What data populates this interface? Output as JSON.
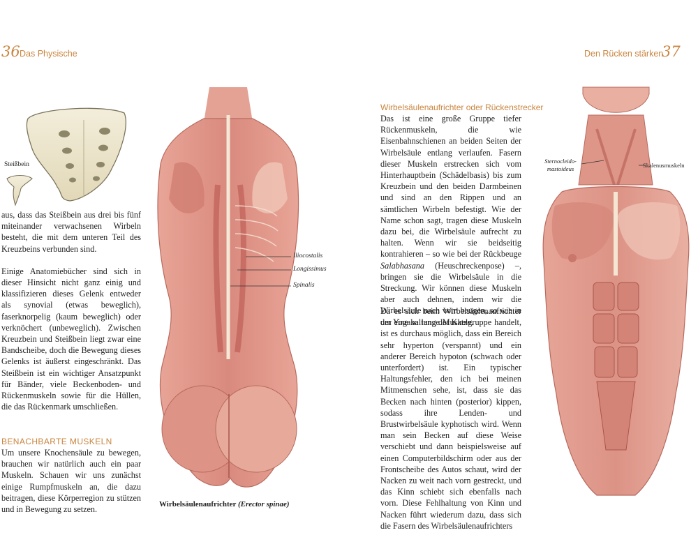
{
  "left_page": {
    "page_number": "36",
    "running_head": "Das Physische",
    "sacrum_label": "Steißbein",
    "para1": "aus, dass das Steißbein aus drei bis fünf miteinander verwachsenen Wirbeln besteht, die mit dem unteren Teil des Kreuzbeins verbunden sind.",
    "para2": "Einige Anatomiebücher sind sich in dieser Hinsicht nicht ganz einig und klassifizieren dieses Gelenk entweder als synovial (etwas beweglich), faserknorpelig (kaum beweglich) oder verknöchert (unbeweglich). Zwischen Kreuzbein und Steißbein liegt zwar eine Bandscheibe, doch die Bewegung dieses Gelenks ist äußerst eingeschränkt. Das Steißbein ist ein wichtiger Ansatzpunkt für Bänder, viele Beckenboden- und Rückenmuskeln sowie für die Hüllen, die das Rückenmark umschließen.",
    "section_heading": "BENACHBARTE MUSKELN",
    "para3": "Um unsere Knochensäule zu bewegen, brauchen wir natürlich auch ein paar Muskeln. Schauen wir uns zunächst einige Rumpfmuskeln an, die dazu beitragen, diese Körperregion zu stützen und in Bewegung zu setzen.",
    "back_labels": [
      "Iliocostalis",
      "Longissimus",
      "Spinalis"
    ],
    "caption_main": "Wirbelsäulenaufrichter ",
    "caption_italic": "(Erector spinae)"
  },
  "right_page": {
    "page_number": "37",
    "running_head": "Den Rücken stärken",
    "section_heading": "Wirbelsäulenaufrichter oder Rückenstrecker",
    "para1_a": "Das ist eine große Gruppe tiefer Rückenmuskeln, die wie Eisenbahnschienen an beiden Seiten der Wirbelsäule entlang verlaufen. Fasern dieser Muskeln erstrecken sich vom Hinterhauptbein (Schädelbasis) bis zum Kreuzbein und den beiden Darmbeinen und sind an den Rippen und an sämtlichen Wirbeln befestigt. Wie der Name schon sagt, tragen diese Muskeln dazu bei, die Wirbelsäule aufrecht zu halten. Wenn wir sie beidseitig kontrahieren – so wie bei der Rückbeuge ",
    "para1_italic": "Salabhasana",
    "para1_b": " (Heuschreckenpose) –, bringen sie die Wirbelsäule in die Streckung. Wir können diese Muskeln aber auch dehnen, indem wir die Wirbelsäule nach vorn beugen, so wie in der Yogahaltung der Katze.",
    "para2": "Da es sich beim Wirbelsäulenaufrichter um eine so lange Muskelgruppe handelt, ist es durchaus möglich, dass ein Bereich sehr hyperton (verspannt) und ein anderer Bereich hypoton (schwach oder unterfordert) ist. Ein typischer Haltungsfehler, den ich bei meinen Mitmenschen sehe, ist, dass sie das Becken nach hinten (posterior) kippen, sodass ihre Lenden- und Brustwirbelsäule kyphotisch wird. Wenn man sein Becken auf diese Weise verschiebt und dann beispielsweise auf einen Computerbildschirm oder aus der Frontscheibe des Autos schaut, wird der Nacken zu weit nach vorn gestreckt, und das Kinn schiebt sich ebenfalls nach vorn. Diese Fehlhaltung von Kinn und Nacken führt wiederum dazu, dass sich die Fasern des Wirbelsäulenaufrichters",
    "front_label_left": "Sternocleido-mastoideus",
    "front_label_right": "Skalenusmuskeln"
  },
  "colors": {
    "accent": "#c9853f",
    "muscle": "#d98a7e",
    "muscle_dark": "#b85c52",
    "bone": "#efe8d2"
  }
}
